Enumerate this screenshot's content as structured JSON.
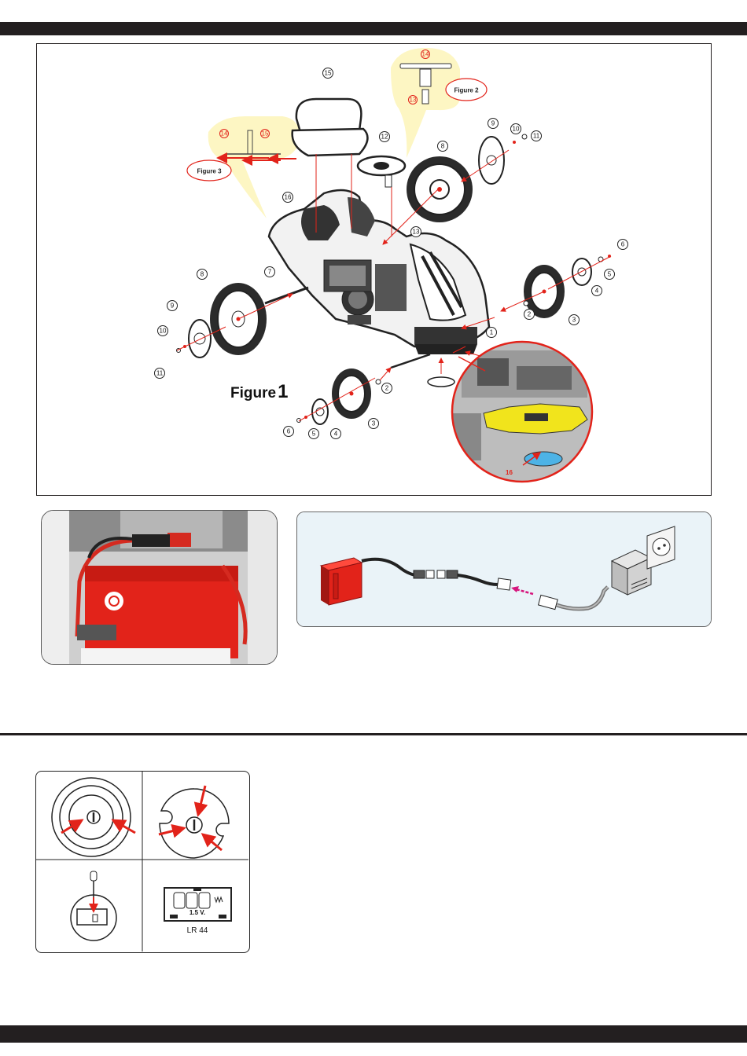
{
  "figure1": {
    "title_text": "Figure",
    "title_number": "1",
    "figure2_label": "Figure 2",
    "figure3_label": "Figure 3",
    "parts": [
      "1",
      "2",
      "3",
      "4",
      "5",
      "6",
      "7",
      "8",
      "9",
      "10",
      "11",
      "12",
      "13",
      "14",
      "15",
      "16"
    ],
    "detail_part_label": "16"
  },
  "battery": {
    "type_label": "LR 44",
    "voltage_label": "1.5 V."
  },
  "colors": {
    "bar": "#231f20",
    "accent_red": "#e2231a",
    "callout_yellow": "#fdf6c3",
    "highlight_yellow": "#f1e41c",
    "cover_blue": "#4db3e6",
    "arrow_magenta": "#d6157d"
  }
}
